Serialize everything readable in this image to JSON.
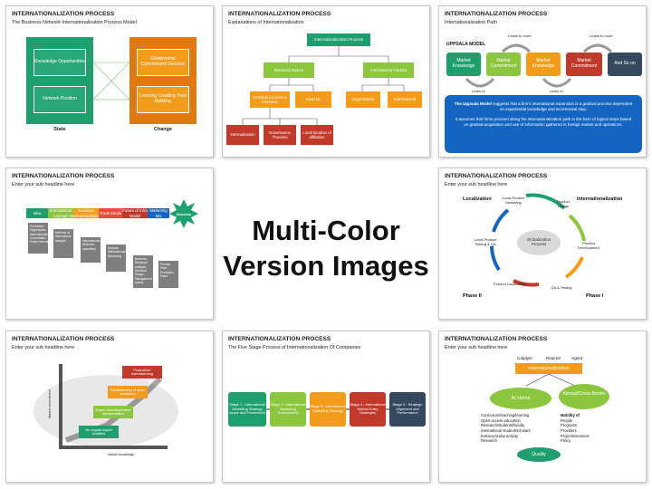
{
  "center": {
    "line1": "Multi-Color",
    "line2": "Version Images"
  },
  "tiles": [
    {
      "title": "INTERNATIONALIZATION PROCESS",
      "subtitle": "The Business Network Internationalization Process Model",
      "state_boxes": [
        "Knowledge Opportunities",
        "Network Position"
      ],
      "change_boxes": [
        "Relationship Commitment Decision",
        "Learning Creating Trust Building"
      ],
      "state_label": "State",
      "change_label": "Change"
    },
    {
      "title": "INTERNATIONALIZATION PROCESS",
      "subtitle": "Explanations of Internationalization",
      "root": "Internationalization Process",
      "level2": [
        "Domestic factors",
        "International Factors"
      ],
      "level3": [
        "Decision process & Incentive",
        "Ideal for",
        "Organization",
        "International"
      ],
      "level4": [
        "Internalization",
        "Governance Theories",
        "Local location of affiliation"
      ]
    },
    {
      "title": "INTERNATIONALIZATION PROCESS",
      "subtitle": "Internationalization Path",
      "model_label": "UPPSALA MODEL",
      "boxes": [
        "Market Knowledge",
        "Market Commitment",
        "Market Knowledge",
        "Market Commitment",
        "And So on"
      ],
      "arrows_top": [
        "Leads to more",
        "Leads to more"
      ],
      "arrows_bottom": [
        "Learn to",
        "Learn to"
      ],
      "para1_lead": "The Uppsala Model",
      "para1_rest": " suggests that a firm's international expansion is a gradual process dependent on experiential knowledge and incremental step.",
      "para2": "It assumes that firms proceed along the internationalization path in the form of logical steps based on gradual acquisition and use of information gathered in foreign market and operations."
    },
    {
      "title": "INTERNATIONALIZATION PROCESS",
      "subtitle": "Enter your sub headline here",
      "steps": [
        "Idea",
        "International concept",
        "Business Internationalization",
        "Trade Media",
        "Future of Intra Model",
        "Marketing Mix",
        "Success"
      ],
      "notes": [
        [
          "Production",
          "Organisation",
          "Internationalization",
          "Consultation",
          "Future innovation"
        ],
        [
          "Methods of international analysis"
        ],
        [
          "Internationalization",
          "Business operations"
        ],
        [
          "Analysis",
          "Internationalizing",
          "Monitoring"
        ],
        [
          "Business",
          "Structural",
          "Analysis",
          "Structure Design",
          "Management quality"
        ],
        [
          "Product",
          "Price",
          "Promotion",
          "Place"
        ]
      ]
    },
    {
      "title": "INTERNATIONALIZATION PROCESS",
      "subtitle": "Enter your sub headline here",
      "left_label": "Localization",
      "right_label": "Internationalization",
      "center_text": "Globalization Process",
      "nodes": [
        "Local Product Marketing",
        "Product Design",
        "Product Development",
        "QA & Testing",
        "Product Localization",
        "Local Product Testing & QA"
      ],
      "phase2": "Phase II",
      "phase1": "Phase I"
    },
    {
      "title": "INTERNATIONALIZATION PROCESS",
      "subtitle": "Enter your sub headline here",
      "stairs": [
        "No regular export activities",
        "Export via independent representative",
        "Establishment of sales subsidiary",
        "Production/ manufacturing"
      ],
      "y_axis": "Market commitment",
      "x_axis": "Market knowledge"
    },
    {
      "title": "INTERNATIONALIZATION PROCESS",
      "subtitle": "The Five Stage Process of Internationalization Of Companies",
      "stages": [
        "Stage 1 : International Marketing Strategy scope and Framework",
        "Stage 2 : International Marketing Environment",
        "Stage 3 : International Marketing Strategy",
        "Stage 4 : International Market Entry Strategies",
        "Stage 5 : Strategic Alignment and Performance"
      ]
    },
    {
      "title": "INTERNATIONALIZATION PROCESS",
      "subtitle": "Enter your sub headline here",
      "top_labels": [
        "Catalyst",
        "Reactor",
        "Agent"
      ],
      "main": "Internationalization",
      "left_oval": "At Home",
      "right_oval": "Abroad/Cross-Border",
      "left_list": [
        "Curriculum/teaching/learning",
        "Open access education",
        "Research/students/faculty",
        "International student/scholars",
        "Extracurricular activity",
        "Research"
      ],
      "right_head": "Mobility of",
      "right_list": [
        "People",
        "Programs",
        "Providers",
        "Projects/services",
        "Policy"
      ],
      "bottom": "Quality"
    }
  ]
}
